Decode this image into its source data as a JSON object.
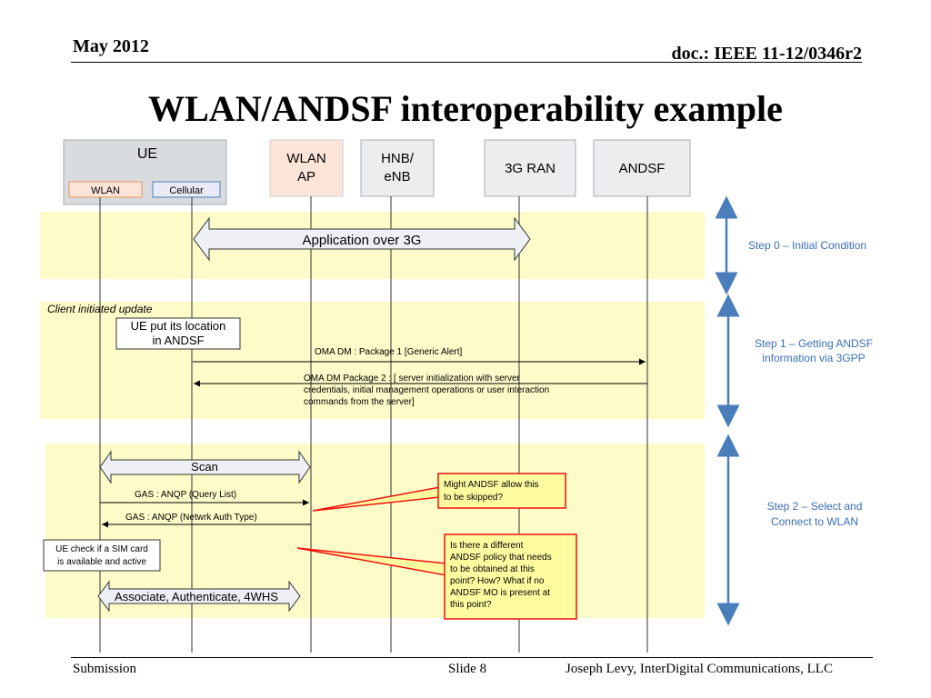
{
  "header": {
    "date": "May 2012",
    "doc": "doc.: IEEE 11-12/0346r2"
  },
  "title": "WLAN/ANDSF interoperability example",
  "footer": {
    "submission": "Submission",
    "slide": "Slide 8",
    "author": "Joseph Levy, InterDigital Communications, LLC"
  },
  "colors": {
    "band": "#fdfbc8",
    "ue_box": "#d9dcdf",
    "ap_box": "#fde4d8",
    "node_box": "#ecedef",
    "arrow_blue": "#4a7ebb",
    "callout_border": "#ee1111",
    "callout_fill": "#fffca0"
  },
  "entities": {
    "ue": "UE",
    "ue_wlan": "WLAN",
    "ue_cellular": "Cellular",
    "wlan_ap_line1": "WLAN",
    "wlan_ap_line2": "AP",
    "hnb_line1": "HNB/",
    "hnb_line2": "eNB",
    "ran": "3G RAN",
    "andsf": "ANDSF"
  },
  "band0": {
    "app_label": "Application over 3G"
  },
  "band1": {
    "header": "Client initiated update",
    "location_line1": "UE put its location",
    "location_line2": "in ANDSF",
    "msg1": "OMA DM : Package 1 [Generic Alert]",
    "msg2_line1": "OMA DM Package 2 : [ server initialization with server",
    "msg2_line2": "credentials, initial management operations or user interaction",
    "msg2_line3": "commands from the server]"
  },
  "band2": {
    "scan": "Scan",
    "gas_query": "GAS : ANQP (Query List)",
    "gas_auth": "GAS : ANQP (Netwrk Auth Type)",
    "sim_line1": "UE check if a SIM card",
    "sim_line2": "is available and active",
    "associate": "Associate, Authenticate, 4WHS",
    "callout1_line1": "Might ANDSF allow this",
    "callout1_line2": "to be skipped?",
    "callout2_line1": "Is there a different",
    "callout2_line2": "ANDSF policy that needs",
    "callout2_line3": "to be obtained at this",
    "callout2_line4": "point?  How?  What if no",
    "callout2_line5": "ANDSF MO is present at",
    "callout2_line6": "this point?"
  },
  "steps": {
    "step0": "Step 0 – Initial Condition",
    "step1_line1": "Step 1 – Getting ANDSF",
    "step1_line2": "information via 3GPP",
    "step2_line1": "Step 2 – Select and",
    "step2_line2": "Connect to WLAN"
  }
}
